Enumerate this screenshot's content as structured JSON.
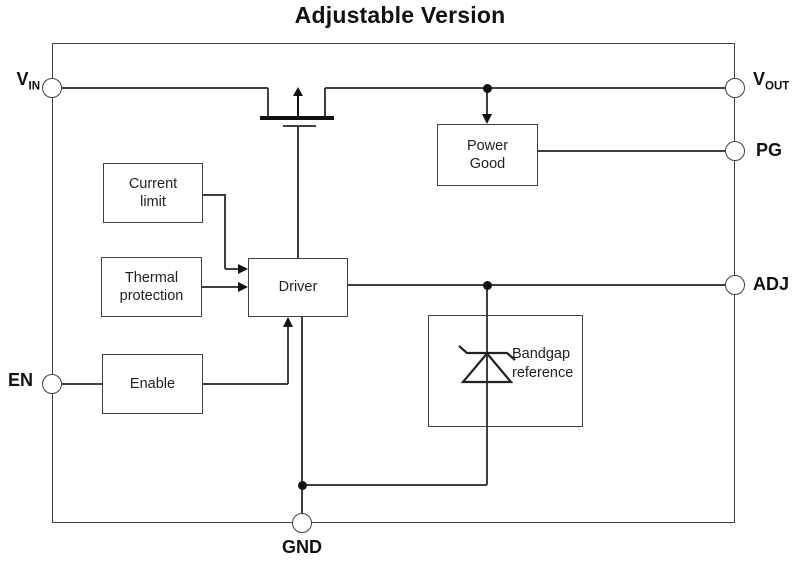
{
  "title": "Adjustable Version",
  "blocks": {
    "current_limit": "Current\nlimit",
    "thermal_protection": "Thermal\nprotection",
    "driver": "Driver",
    "enable": "Enable",
    "power_good": "Power\nGood",
    "bandgap_reference": "Bandgap\nreference"
  },
  "pins": {
    "vin_base": "V",
    "vin_sub": "IN",
    "vout_base": "V",
    "vout_sub": "OUT",
    "pg": "PG",
    "adj": "ADJ",
    "en": "EN",
    "gnd": "GND"
  },
  "colors": {
    "wire": "#404040",
    "ink": "#111111",
    "text": "#1f1f1f"
  }
}
